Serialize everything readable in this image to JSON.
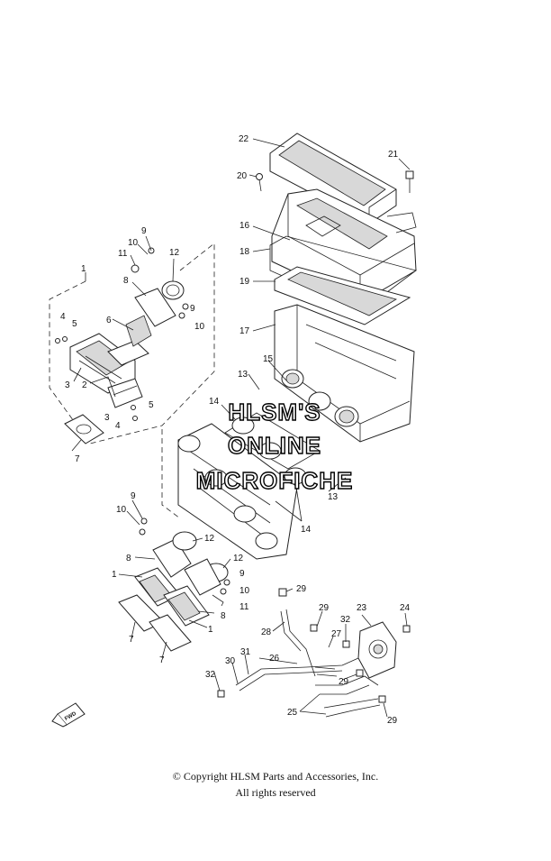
{
  "callouts": [
    {
      "id": "c22a",
      "text": "22"
    },
    {
      "id": "c21a",
      "text": "21"
    },
    {
      "id": "c20a",
      "text": "20"
    },
    {
      "id": "c16a",
      "text": "16"
    },
    {
      "id": "c18a",
      "text": "18"
    },
    {
      "id": "c19a",
      "text": "19"
    },
    {
      "id": "c17a",
      "text": "17"
    },
    {
      "id": "c15a",
      "text": "15"
    },
    {
      "id": "c13a",
      "text": "13"
    },
    {
      "id": "c13b",
      "text": "13"
    },
    {
      "id": "c14a",
      "text": "14"
    },
    {
      "id": "c14b",
      "text": "14"
    },
    {
      "id": "c9a",
      "text": "9"
    },
    {
      "id": "c10a",
      "text": "10"
    },
    {
      "id": "c11a",
      "text": "11"
    },
    {
      "id": "c12a",
      "text": "12"
    },
    {
      "id": "c1a",
      "text": "1"
    },
    {
      "id": "c8a",
      "text": "8"
    },
    {
      "id": "c9b",
      "text": "9"
    },
    {
      "id": "c10b",
      "text": "10"
    },
    {
      "id": "c6a",
      "text": "6"
    },
    {
      "id": "c4a",
      "text": "4"
    },
    {
      "id": "c5a",
      "text": "5"
    },
    {
      "id": "c3a",
      "text": "3"
    },
    {
      "id": "c2a",
      "text": "2"
    },
    {
      "id": "c3b",
      "text": "3"
    },
    {
      "id": "c5b",
      "text": "5"
    },
    {
      "id": "c4b",
      "text": "4"
    },
    {
      "id": "c7a",
      "text": "7"
    },
    {
      "id": "c9c",
      "text": "9"
    },
    {
      "id": "c10c",
      "text": "10"
    },
    {
      "id": "c12b",
      "text": "12"
    },
    {
      "id": "c8b",
      "text": "8"
    },
    {
      "id": "c12c",
      "text": "12"
    },
    {
      "id": "c9d",
      "text": "9"
    },
    {
      "id": "c1b",
      "text": "1"
    },
    {
      "id": "c10d",
      "text": "10"
    },
    {
      "id": "c11b",
      "text": "11"
    },
    {
      "id": "c8c",
      "text": "8"
    },
    {
      "id": "c1c",
      "text": "1"
    },
    {
      "id": "c7b",
      "text": "7"
    },
    {
      "id": "c7c",
      "text": "7"
    },
    {
      "id": "c29a",
      "text": "29"
    },
    {
      "id": "c29b",
      "text": "29"
    },
    {
      "id": "c23a",
      "text": "23"
    },
    {
      "id": "c24a",
      "text": "24"
    },
    {
      "id": "c32a",
      "text": "32"
    },
    {
      "id": "c28a",
      "text": "28"
    },
    {
      "id": "c27a",
      "text": "27"
    },
    {
      "id": "c31a",
      "text": "31"
    },
    {
      "id": "c26a",
      "text": "26"
    },
    {
      "id": "c30a",
      "text": "30"
    },
    {
      "id": "c29c",
      "text": "29"
    },
    {
      "id": "c32b",
      "text": "32"
    },
    {
      "id": "c25a",
      "text": "25"
    },
    {
      "id": "c29d",
      "text": "29"
    }
  ],
  "watermark": {
    "line1": "HLSM'S",
    "line2": "ONLINE",
    "line3": "MICROFICHE"
  },
  "front_marker": "FWD",
  "copyright": {
    "line1": "© Copyright HLSM Parts and Accessories, Inc.",
    "line2": "All rights reserved"
  }
}
